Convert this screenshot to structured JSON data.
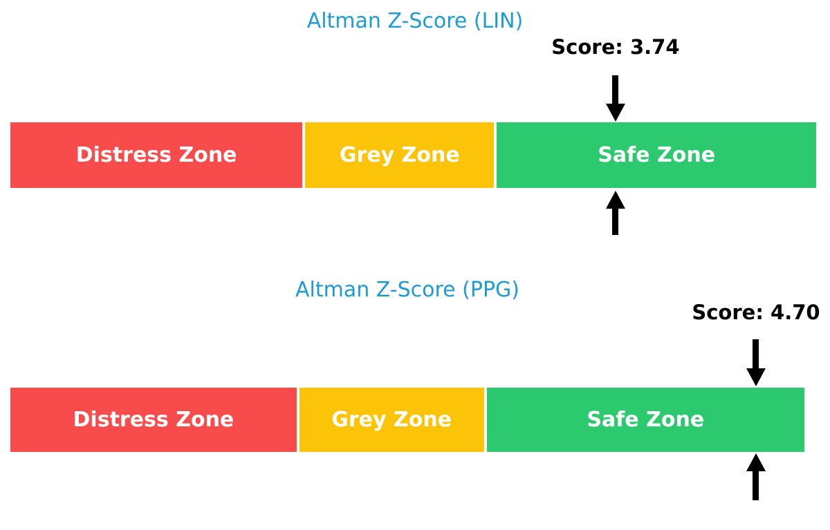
{
  "colors": {
    "background": "#ffffff",
    "title": "#1f9bd4",
    "score_text": "#000000",
    "arrow": "#000000",
    "zone_label_text": "#ffffff",
    "distress_red": "#f84c4c",
    "grey_yellow": "#fcc409",
    "safe_green": "#2dc96e"
  },
  "chart_data": [
    {
      "type": "gauge-bar",
      "title": "Altman Z-Score (LIN)",
      "score": 3.74,
      "score_label": "Score: 3.74",
      "zones": [
        "Distress Zone",
        "Grey Zone",
        "Safe Zone"
      ],
      "zone_colors": [
        "#f84c4c",
        "#fcc409",
        "#2dc96e"
      ],
      "zone_fractions": [
        0.365,
        0.236,
        0.399
      ],
      "marker_fraction": 0.751,
      "marker_zone": "Safe Zone",
      "annotations": [
        "black down-arrow above bar at score position",
        "black up-arrow below bar at score position"
      ],
      "legend": "none",
      "axes": "none"
    },
    {
      "type": "gauge-bar",
      "title": "Altman Z-Score (PPG)",
      "score": 4.7,
      "score_label": "Score: 4.70",
      "zones": [
        "Distress Zone",
        "Grey Zone",
        "Safe Zone"
      ],
      "zone_colors": [
        "#f84c4c",
        "#fcc409",
        "#2dc96e"
      ],
      "zone_fractions": [
        0.363,
        0.234,
        0.403
      ],
      "marker_fraction": 0.939,
      "marker_zone": "Safe Zone",
      "annotations": [
        "black down-arrow above bar at score position",
        "black up-arrow below bar at score position"
      ],
      "legend": "none",
      "axes": "none"
    }
  ]
}
